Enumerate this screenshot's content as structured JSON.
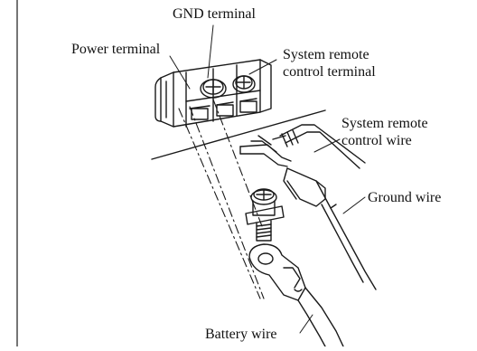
{
  "labels": {
    "gnd_terminal": "GND terminal",
    "power_terminal": "Power terminal",
    "remote_terminal_1": "System remote",
    "remote_terminal_2": "control terminal",
    "remote_wire_1": "System remote",
    "remote_wire_2": "control wire",
    "ground_wire": "Ground wire",
    "battery_wire": "Battery wire"
  },
  "colors": {
    "line": "#1a1a1a",
    "background": "#ffffff"
  }
}
